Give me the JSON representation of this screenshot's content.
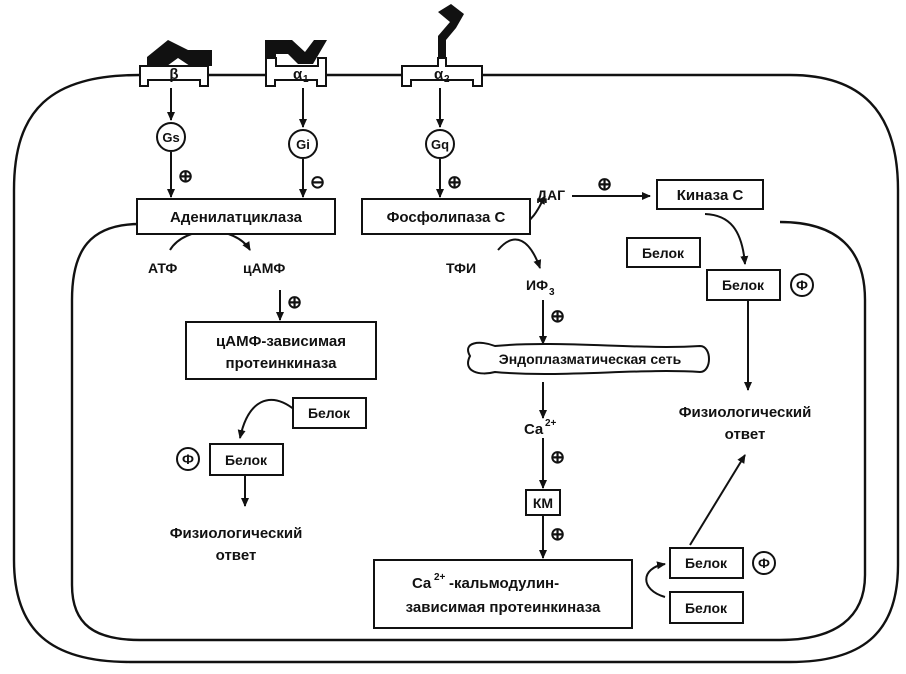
{
  "colors": {
    "ink": "#111111",
    "paper": "#ffffff"
  },
  "receptors": {
    "beta": "β",
    "alpha1": "α",
    "alpha1_sub": "1",
    "alpha2": "α",
    "alpha2_sub": "2"
  },
  "gproteins": {
    "gs": "Gs",
    "gi": "Gi",
    "gq": "Gq"
  },
  "signs": {
    "plus": "⊕",
    "minus": "⊖",
    "phospho": "Ф"
  },
  "enzymes": {
    "adenylate_cyclase": "Аденилатциклаза",
    "phospholipase_c": "Фосфолипаза С",
    "kinase_c": "Киназа С",
    "camp_kinase_line1": "цАМФ-зависимая",
    "camp_kinase_line2": "протеинкиназа",
    "ca_kinase_line1_a": "Ca",
    "ca_kinase_line1_sup": "2+",
    "ca_kinase_line1_b": "-кальмодулин-",
    "ca_kinase_line2": "зависимая протеинкиназа",
    "calmodulin": "КМ"
  },
  "metabolites": {
    "atp": "АТФ",
    "camp": "цАМФ",
    "tfi": "ТФИ",
    "ip3": "ИФ",
    "ip3_sub": "3",
    "dag": "ДАГ",
    "ca": "Ca",
    "ca_sup": "2+"
  },
  "organelle": {
    "er": "Эндоплазматическая сеть"
  },
  "protein": "Белок",
  "response": {
    "line1": "Физиологический",
    "line2": "ответ"
  }
}
